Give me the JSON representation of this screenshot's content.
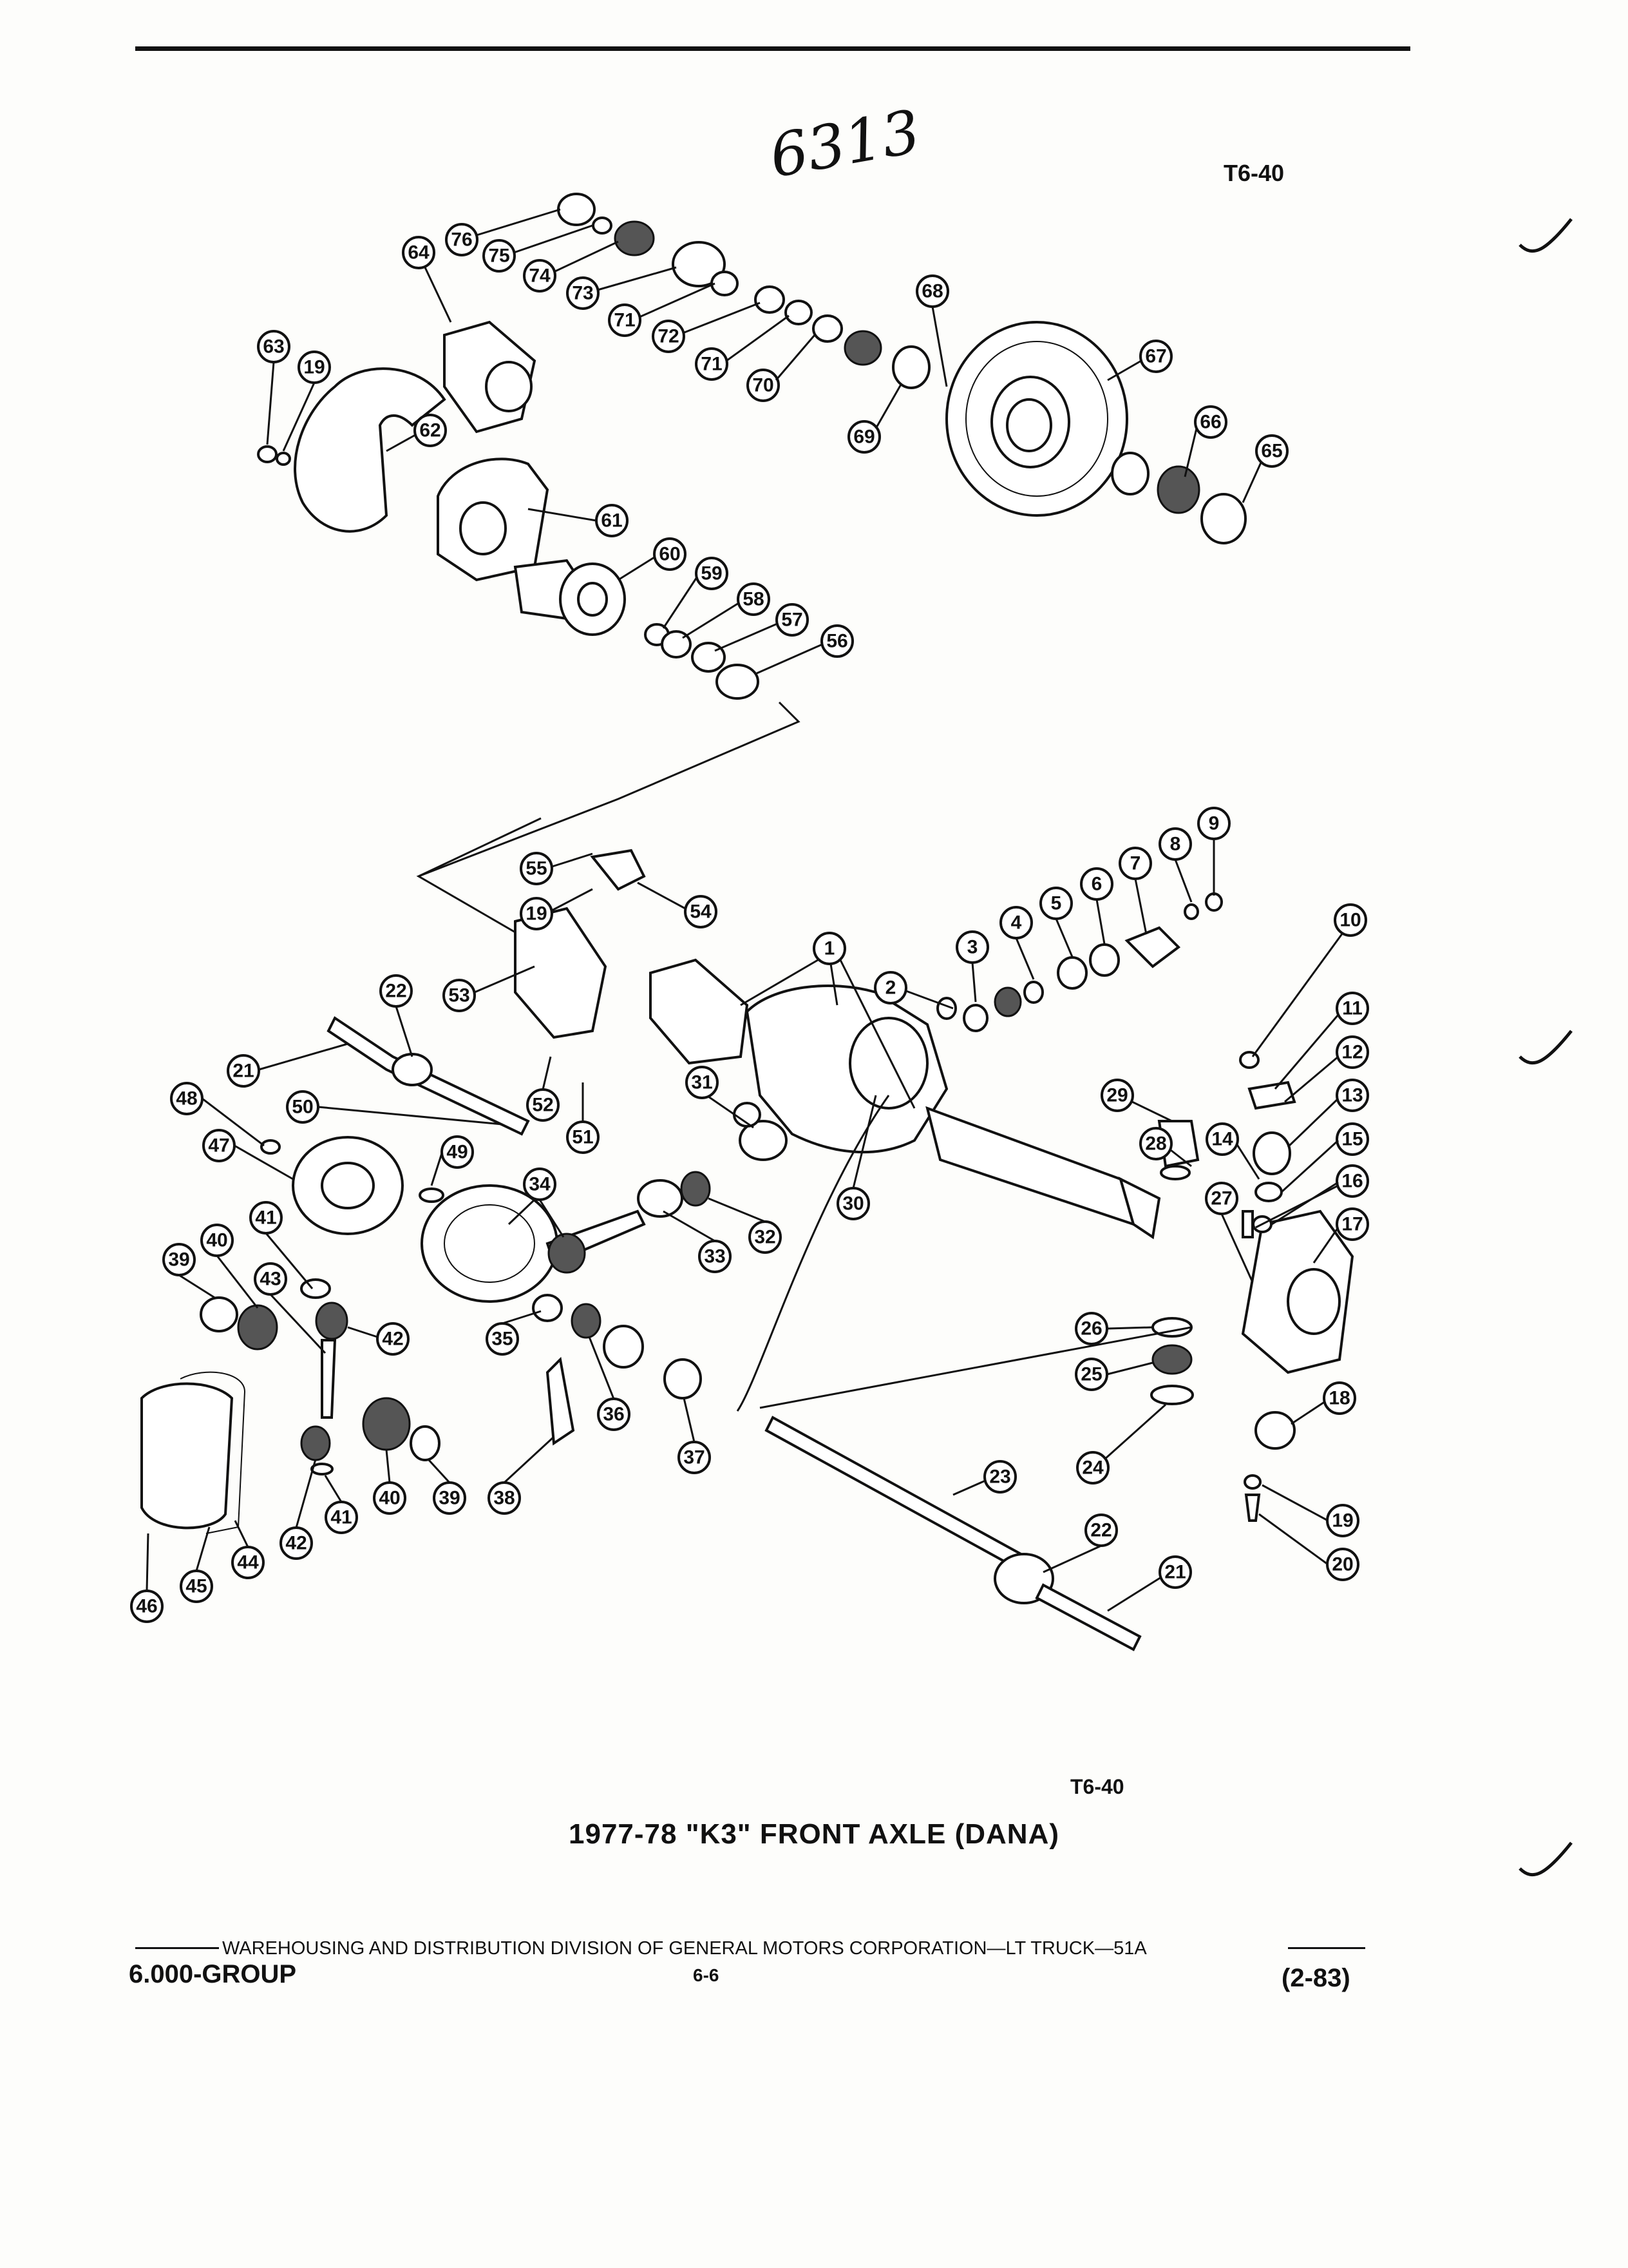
{
  "header": {
    "ref_top": "T6-40",
    "handwritten_note": "6313"
  },
  "caption": {
    "ref_bottom": "T6-40",
    "title": "1977-78 \"K3\" FRONT AXLE (DANA)"
  },
  "footer": {
    "division": "WAREHOUSING AND DISTRIBUTION DIVISION OF GENERAL MOTORS CORPORATION—LT TRUCK—51A",
    "group": "6.000-GROUP",
    "page": "6-6",
    "date": "(2-83)"
  },
  "callouts": [
    "1",
    "2",
    "3",
    "4",
    "5",
    "6",
    "7",
    "8",
    "9",
    "10",
    "11",
    "12",
    "13",
    "14",
    "15",
    "16",
    "17",
    "18",
    "19",
    "20",
    "21",
    "22",
    "23",
    "24",
    "25",
    "26",
    "27",
    "28",
    "29",
    "30",
    "31",
    "32",
    "33",
    "34",
    "35",
    "36",
    "37",
    "38",
    "39",
    "40",
    "41",
    "42",
    "43",
    "44",
    "45",
    "46",
    "47",
    "48",
    "49",
    "50",
    "51",
    "52",
    "53",
    "54",
    "55",
    "56",
    "57",
    "58",
    "59",
    "60",
    "61",
    "62",
    "63",
    "64",
    "65",
    "66",
    "67",
    "68",
    "69",
    "70",
    "71",
    "72",
    "73",
    "74",
    "75",
    "76"
  ]
}
